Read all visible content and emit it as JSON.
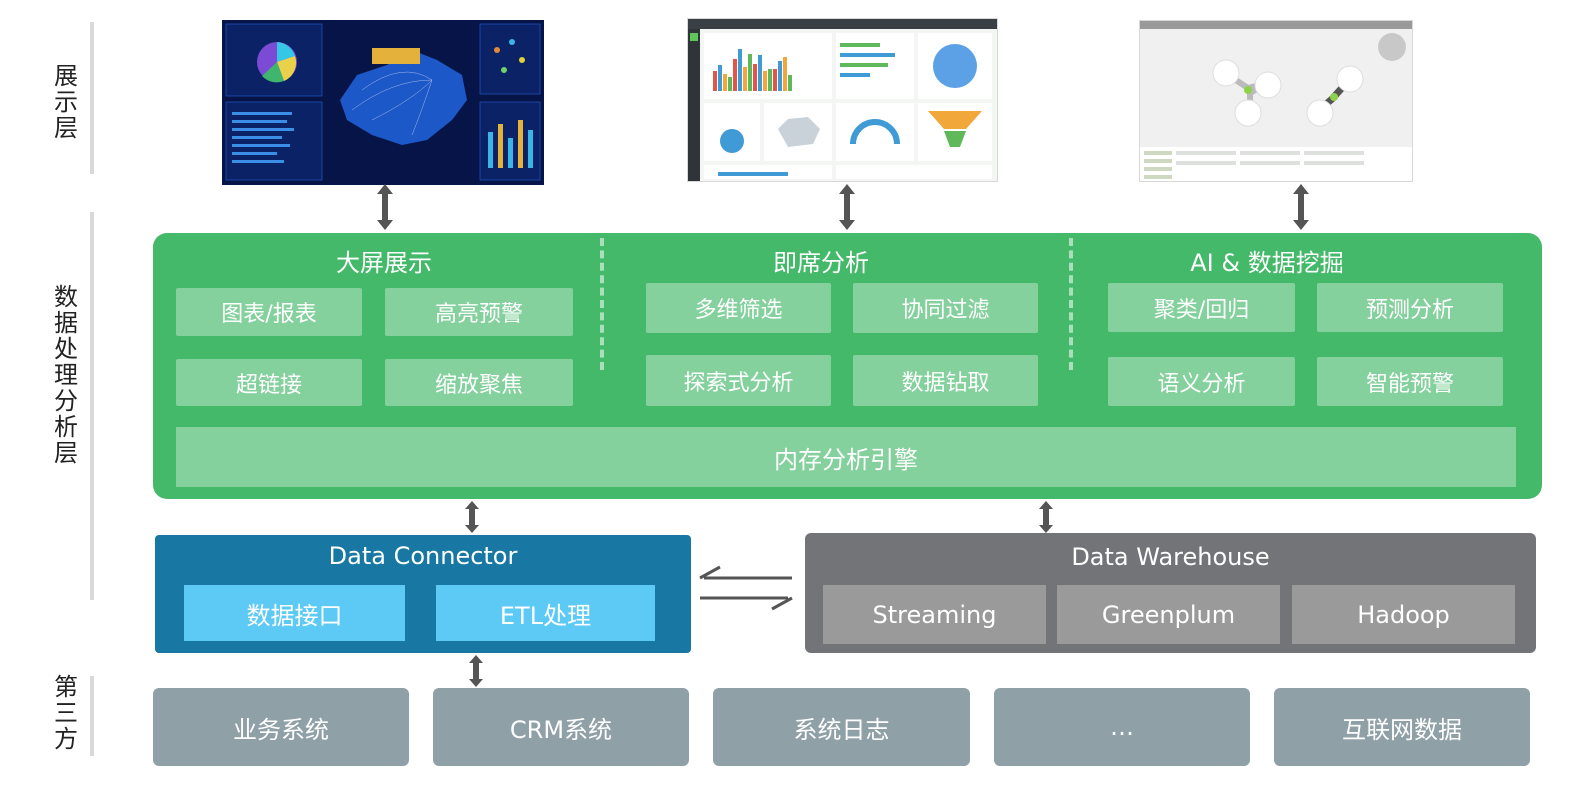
{
  "layers": {
    "presentation": "展示层",
    "processing": "数据处理分析层",
    "third_party": "第三方"
  },
  "processing": {
    "sections": [
      {
        "title": "大屏展示",
        "items": [
          "图表/报表",
          "高亮预警",
          "超链接",
          "缩放聚焦"
        ]
      },
      {
        "title": "即席分析",
        "items": [
          "多维筛选",
          "协同过滤",
          "探索式分析",
          "数据钻取"
        ]
      },
      {
        "title": "AI & 数据挖掘",
        "items": [
          "聚类/回归",
          "预测分析",
          "语义分析",
          "智能预警"
        ]
      }
    ],
    "engine": "内存分析引擎"
  },
  "connector": {
    "title": "Data Connector",
    "items": [
      "数据接口",
      "ETL处理"
    ]
  },
  "warehouse": {
    "title": "Data Warehouse",
    "items": [
      "Streaming",
      "Greenplum",
      "Hadoop"
    ]
  },
  "third_party": [
    "业务系统",
    "CRM系统",
    "系统日志",
    "…",
    "互联网数据"
  ],
  "colors": {
    "processing": "#44b96a",
    "connector": "#1878a3",
    "connector_box": "#5ccaf5",
    "warehouse": "#727477",
    "warehouse_box": "#9a9a9a",
    "third_party": "#8fa0a6",
    "arrow": "#555555"
  }
}
